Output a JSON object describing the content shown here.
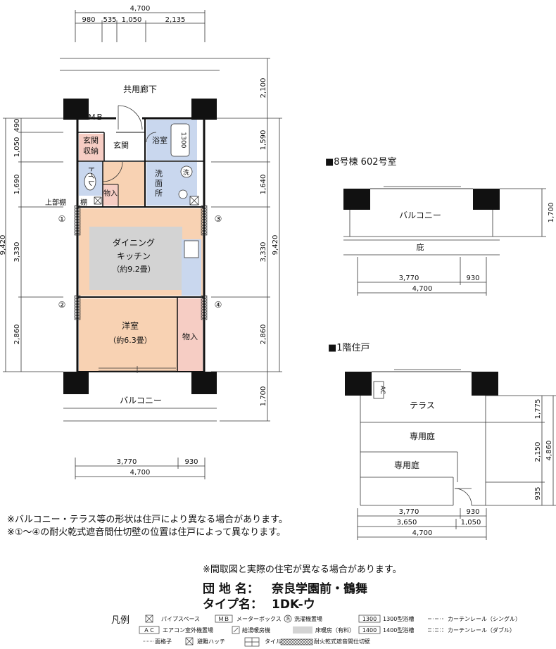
{
  "dims_top": {
    "total": "4,700",
    "seg1": "980",
    "seg2": "535",
    "seg3": "1,050",
    "seg4": "2,135"
  },
  "dims_left": {
    "d1": "490",
    "d2": "1,050",
    "d3": "1,690",
    "d4": "3,330",
    "d5": "2,860",
    "total": "9,420"
  },
  "dims_right": {
    "d1": "2,100",
    "d2": "1,590",
    "d3": "1,640",
    "d4": "3,330",
    "d5": "2,860",
    "d6": "1,700",
    "total": "9,420"
  },
  "dims_bottom": {
    "a": "3,770",
    "b": "930",
    "total": "4,700"
  },
  "rooms": {
    "corridor": "共用廊下",
    "mb": "ＭＢ",
    "genkan_storage_1": "玄関",
    "genkan_storage_2": "収納",
    "genkan": "玄関",
    "bath": "浴室",
    "bath_size": "1300",
    "wash_1": "洗",
    "wash_2": "面",
    "wash_3": "所",
    "wash_mark": "洗",
    "toilet": "トイレ",
    "storage_small": "物入",
    "upper_shelf": "上部棚",
    "shelf": "棚",
    "dk_1": "ダイニング",
    "dk_2": "キッチン",
    "dk_3": "（約9.2畳）",
    "western_1": "洋室",
    "western_2": "（約6.3畳）",
    "closet": "物入",
    "balcony": "バルコニー"
  },
  "markers": {
    "m1": "①",
    "m2": "②",
    "m3": "③",
    "m4": "④"
  },
  "unit602": {
    "title": "■8号棟 602号室",
    "balcony": "バルコニー",
    "eaves": "庇",
    "dim_h": "1,700",
    "dim_a": "3,770",
    "dim_b": "930",
    "dim_total": "4,700"
  },
  "unit1f": {
    "title": "■1階住戸",
    "ac": "AC",
    "terrace": "テラス",
    "garden1": "専用庭",
    "garden2": "専用庭",
    "dim_v1": "1,775",
    "dim_v2": "2,150",
    "dim_v3": "935",
    "dim_vtotal": "4,860",
    "dim_a1": "3,770",
    "dim_b1": "930",
    "dim_a2": "3,650",
    "dim_b2": "1,050",
    "dim_total": "4,700"
  },
  "notes": {
    "n1": "※バルコニー・テラス等の形状は住戸により異なる場合があります。",
    "n2": "※①～④の耐火乾式遮音間仕切壁の位置は住戸によって異なります。",
    "n3": "※間取図と実際の住宅が異なる場合があります。"
  },
  "info": {
    "complex_label": "団 地 名：",
    "complex_value": "奈良学園前・鶴舞",
    "type_label": "タイプ名：",
    "type_value": "1DK-ウ"
  },
  "legend": {
    "title": "凡例",
    "pipe_space": "パイプスペース",
    "mb_label": "ＭＢ",
    "meter_box": "メーターボックス",
    "washer_mark": "洗",
    "washer": "洗濯機置場",
    "bath1300_box": "1300",
    "bath1300": "1300型浴槽",
    "curtain_single": "カーテンレール（シングル）",
    "ac_box": "ＡＣ",
    "ac_outdoor": "エアコン室外機置場",
    "water_heater": "給湯暖房機",
    "floor_heating": "床暖房（有料）",
    "bath1400_box": "1400",
    "bath1400": "1400型浴槽",
    "curtain_double": "カーテンレール（ダブル）",
    "lattice": "面格子",
    "hatch": "避難ハッチ",
    "tile": "タイル",
    "fire_wall": "耐火乾式遮音間仕切壁"
  },
  "colors": {
    "pink": "#f6cdc4",
    "orange": "#f8d2b3",
    "blue": "#c9d7ee",
    "gray": "#d3d3d3",
    "wall": "#111111"
  }
}
